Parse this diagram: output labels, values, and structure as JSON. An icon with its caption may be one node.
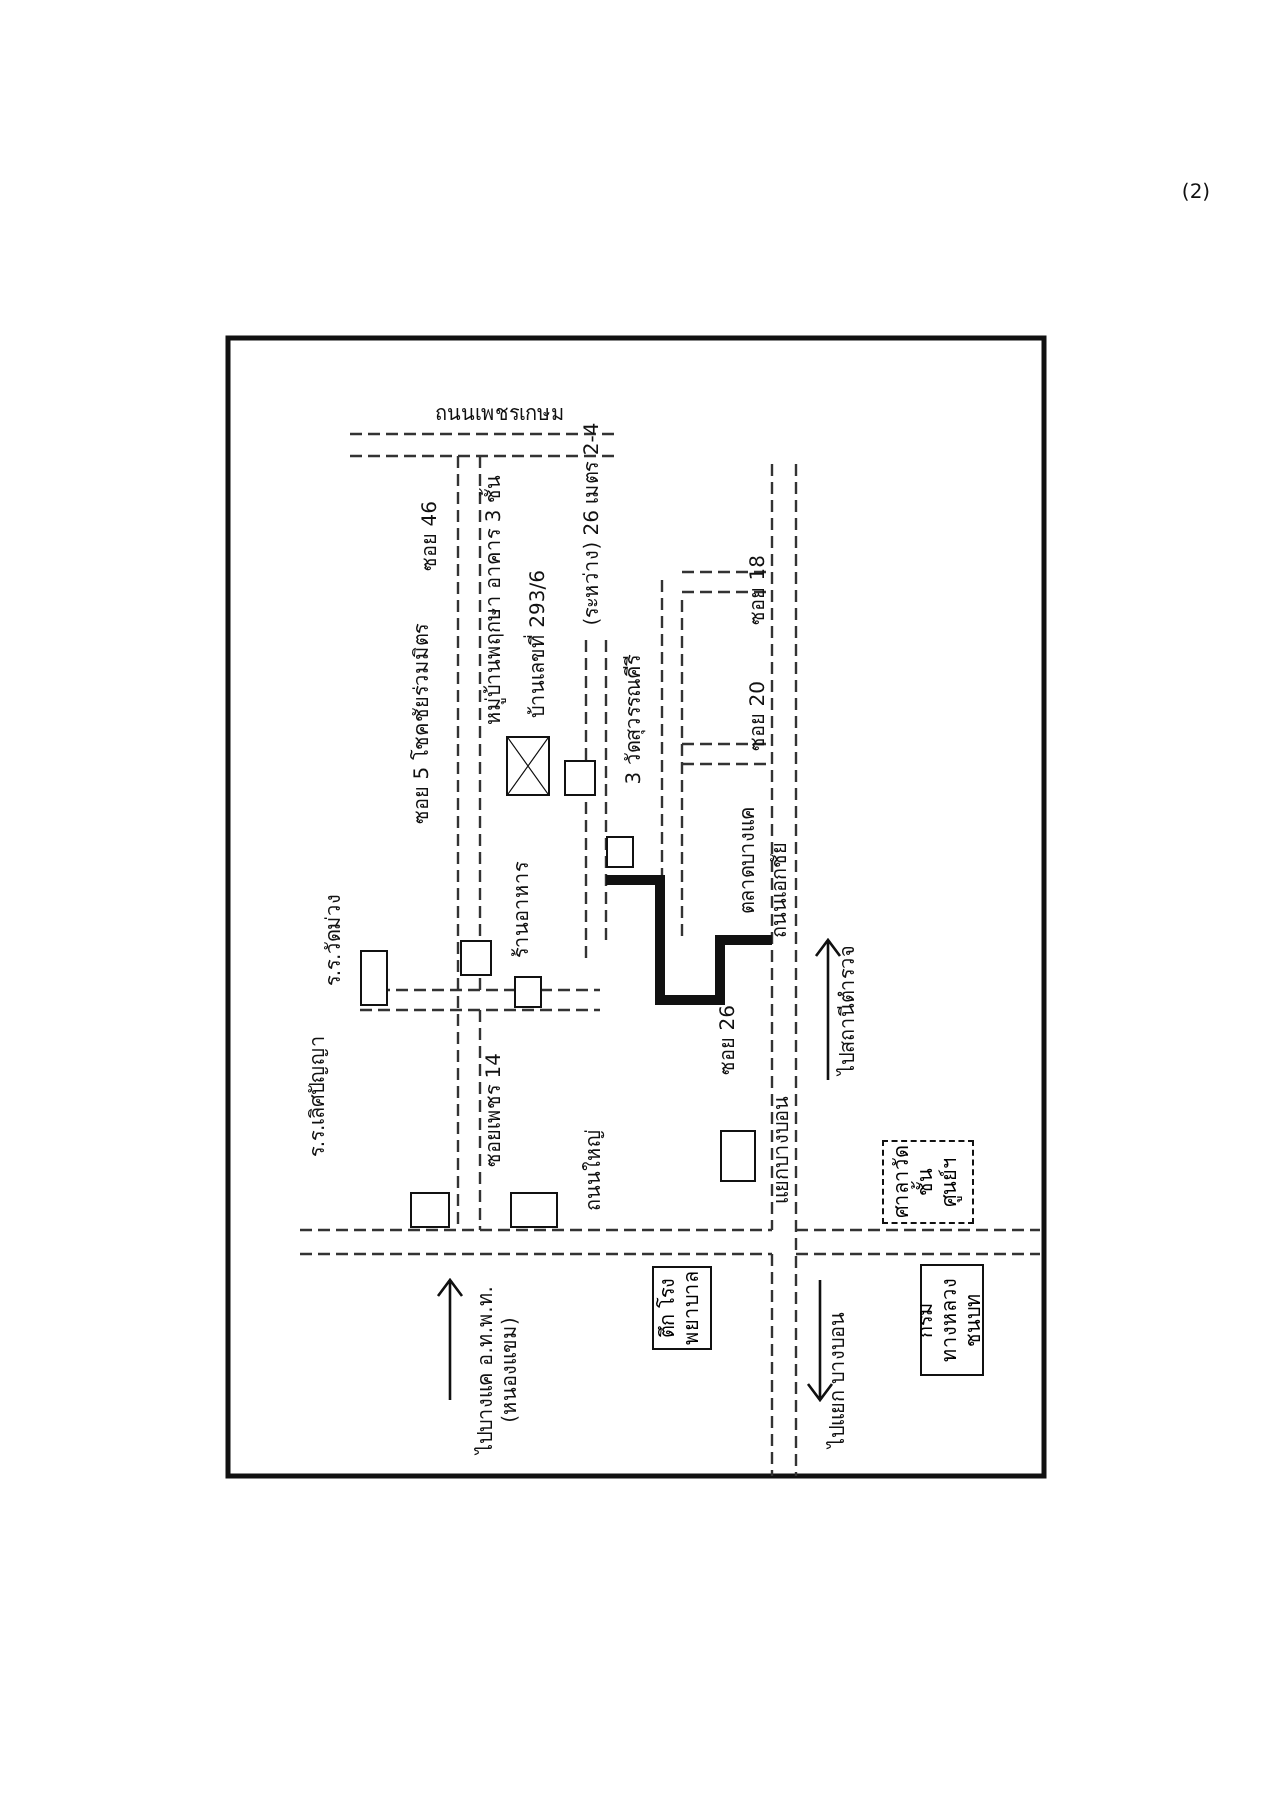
{
  "diagram": {
    "nodes": [
      {
        "text": [],
        "shape": "box"
      },
      {
        "text": [],
        "shape": "box"
      },
      {
        "text": [],
        "shape": "box"
      },
      {
        "text": [],
        "shape": "box"
      },
      {
        "text": [],
        "shape": "box"
      },
      {
        "text": [],
        "shape": "box"
      },
      {
        "text": [],
        "shape": "box"
      },
      {
        "text": [],
        "shape": "box"
      },
      {
        "text": [],
        "shape": "box"
      },
      {
        "text": [
          "ตึก โรงพยาบาล"
        ]
      },
      {
        "text": [
          "ศาลาวัด ชั้น ศูนย์ฯ"
        ]
      },
      {
        "text": [
          "กรมทางหลวง ชนบท"
        ]
      }
    ],
    "labels": [
      "(2)",
      "ถนนเพชรเกษม",
      "ซอย 46",
      "ซอย 5 โชคชัยร่วมมิตร",
      "หมู่บ้านพฤกษา อาคาร 3 ชั้น",
      "บ้านเลขที่ 293/6",
      "(ระหว่าง) 26 เมตร 2-4",
      "3 วัดสุวรรณคีรี",
      "ซอย 18",
      "ซอย 20",
      "ตลาดบางแค",
      "ร.ร.วัดม่วง",
      "ร้านอาหาร",
      "ร.ร.เลิศปัญญา",
      "ซอยเพชร 14",
      "ถนนใหญ่",
      "ไปบางแค อ.ท.พ.ท. (หนองแขม)",
      "ซอย 26",
      "ถนนเอกชัย",
      "ไปสถานีตำรวจ",
      "แยกบางบอน",
      "ไปแยก บางบอน"
    ]
  }
}
